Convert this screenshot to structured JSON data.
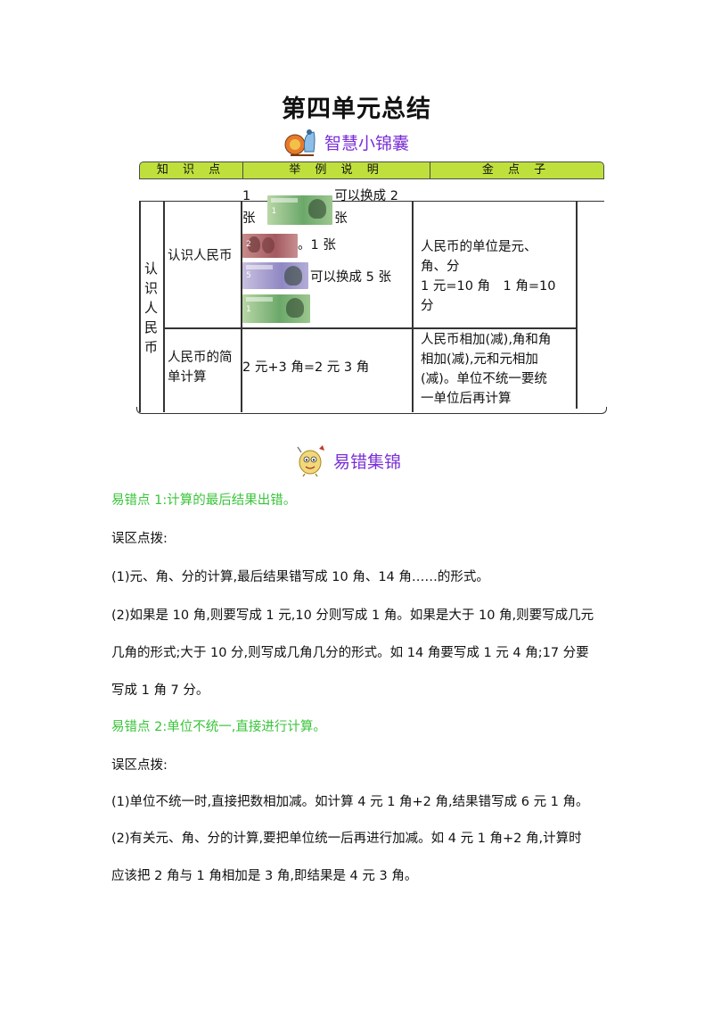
{
  "title": "第四单元总结",
  "section_tips": {
    "heading": "智慧小锦囊"
  },
  "table": {
    "headers": [
      "知 识 点",
      "举 例 说 明",
      "金 点 子"
    ],
    "group_label": "认识人民币",
    "rows": [
      {
        "topic": "认识人民币",
        "example_parts": [
          "1 张",
          "可以换成 2 张",
          "。1 张",
          "可以换成 5 张"
        ],
        "tip": [
          "人民币的单位是元、",
          "角、分",
          "1 元=10 角　1 角=10 分"
        ]
      },
      {
        "topic": "人民币的简单计算",
        "example": "2 元+3 角=2 元 3 角",
        "tip": [
          "人民币相加(减),角和角",
          "相加(减),元和元相加",
          "(减)。单位不统一要统",
          "一单位后再计算"
        ]
      }
    ]
  },
  "section_errors": {
    "heading": "易错集锦"
  },
  "errors": [
    {
      "title": "易错点 1:计算的最后结果出错。",
      "label": "误区点拨:",
      "lines": [
        "(1)元、角、分的计算,最后结果错写成 10 角、14 角……的形式。",
        "(2)如果是 10 角,则要写成 1 元,10 分则写成 1 角。如果是大于 10 角,则要写成几元",
        "几角的形式;大于 10 分,则写成几角几分的形式。如 14 角要写成 1 元 4 角;17 分要",
        "写成 1 角 7 分。"
      ]
    },
    {
      "title": "易错点 2:单位不统一,直接进行计算。",
      "label": "误区点拨:",
      "lines": [
        "(1)单位不统一时,直接把数相加减。如计算 4 元 1 角+2 角,结果错写成 6 元 1 角。",
        "(2)有关元、角、分的计算,要把单位统一后再进行加减。如 4 元 1 角+2 角,计算时",
        "应该把 2 角与 1 角相加是 3 角,即结果是 4 元 3 角。"
      ]
    }
  ],
  "colors": {
    "heading": "#7a2fd6",
    "error_title": "#39c43a",
    "table_header": "#bfe03c"
  },
  "icons": [
    "money-bag-icon",
    "cartoon-mascot-icon",
    "banknote-1-yuan",
    "banknote-2-jiao",
    "banknote-5-yuan",
    "banknote-1-yuan"
  ]
}
